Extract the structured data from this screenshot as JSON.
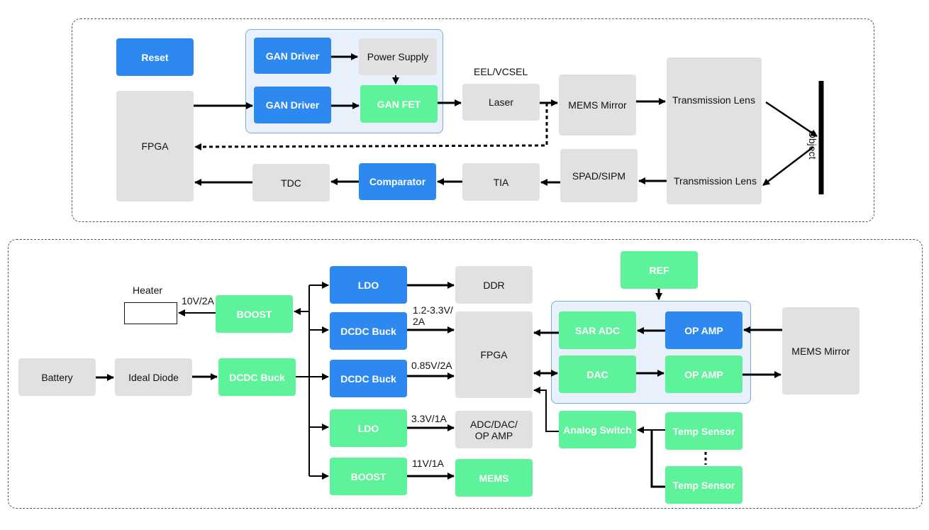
{
  "top": {
    "reset": "Reset",
    "fpga": "FPGA",
    "gan_driver_1": "GAN Driver",
    "gan_driver_2": "GAN Driver",
    "power_supply": "Power Supply",
    "gan_fet": "GAN FET",
    "laser_type": "EEL/VCSEL",
    "laser": "Laser",
    "mems_mirror": "MEMS Mirror",
    "tx_lens_1": "Transmission Lens",
    "tx_lens_2": "Transmission Lens",
    "object": "Object",
    "spad": "SPAD/SIPM",
    "tia": "TIA",
    "comparator": "Comparator",
    "tdc": "TDC"
  },
  "bottom": {
    "heater": "Heater",
    "heater_rating": "10V/2A",
    "boost_heater": "BOOST",
    "battery": "Battery",
    "ideal_diode": "Ideal Diode",
    "dcdc_main": "DCDC Buck",
    "ldo_ddr": "LDO",
    "dcdc_buck_1": "DCDC Buck",
    "dcdc_buck_2": "DCDC Buck",
    "ldo_adc": "LDO",
    "boost_mems": "BOOST",
    "ddr": "DDR",
    "fpga": "FPGA",
    "adc_dac": "ADC/DAC/\nOP AMP",
    "mems": "MEMS",
    "rail_1": "1.2-3.3V/\n2A",
    "rail_2": "0.85V/2A",
    "rail_3": "3.3V/1A",
    "rail_4": "11V/1A",
    "ref": "REF",
    "sar_adc": "SAR ADC",
    "op_amp_1": "OP AMP",
    "dac": "DAC",
    "op_amp_2": "OP AMP",
    "mems_mirror": "MEMS Mirror",
    "analog_switch": "Analog Switch",
    "temp_sensor_1": "Temp Sensor",
    "temp_sensor_2": "Temp Sensor"
  },
  "colors": {
    "blue": "#2d89ef",
    "green": "#5ef39a",
    "gray": "#e1e1e1"
  }
}
